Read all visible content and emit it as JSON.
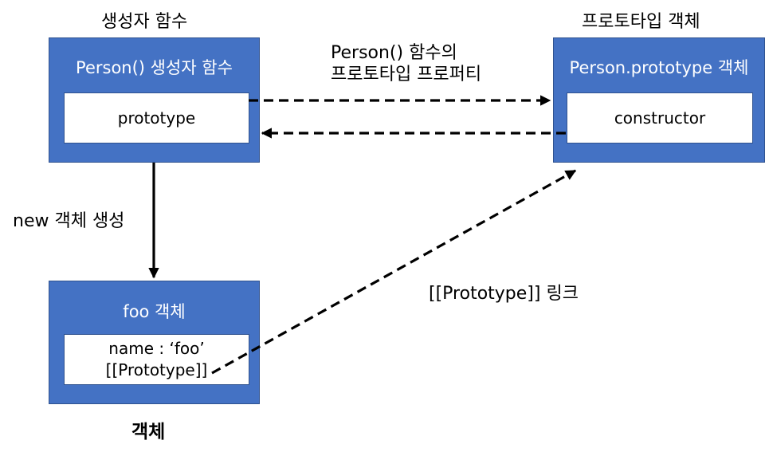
{
  "captions": {
    "constructor_heading": "생성자 함수",
    "prototype_heading": "프로토타입 객체",
    "prototype_property_line1": "Person() 함수의",
    "prototype_property_line2": "프로토타입 프로퍼티",
    "new_object": "new 객체 생성",
    "prototype_link": "[[Prototype]]  링크",
    "object_heading": "객체"
  },
  "person_box": {
    "title": "Person() 생성자 함수",
    "inner": "prototype"
  },
  "prototype_box": {
    "title": "Person.prototype  객체",
    "inner": "constructor"
  },
  "foo_box": {
    "title": "foo 객체",
    "inner_line1": "name : ‘foo’",
    "inner_line2": "[[Prototype]]"
  },
  "colors": {
    "box_fill": "#4472c4",
    "box_border": "#2f528f",
    "inner_fill": "#ffffff",
    "arrow": "#000000"
  }
}
